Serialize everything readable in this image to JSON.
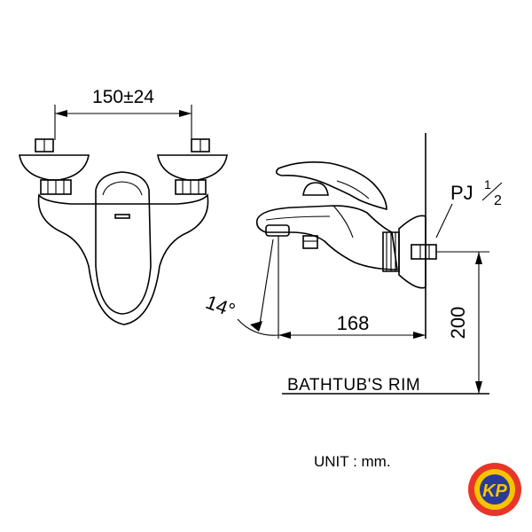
{
  "labels": {
    "width_dim": "150±24",
    "thread": "PJ",
    "thread_fraction_num": "1",
    "thread_fraction_den": "2",
    "angle": "14°",
    "spout_length": "168",
    "height": "200",
    "rim": "BATHTUB'S RIM",
    "unit": "UNIT : mm."
  },
  "logo": {
    "text": "KP",
    "colors": {
      "outer": "#e8352a",
      "ring": "#f5c400",
      "inner": "#2b3a9a"
    }
  }
}
